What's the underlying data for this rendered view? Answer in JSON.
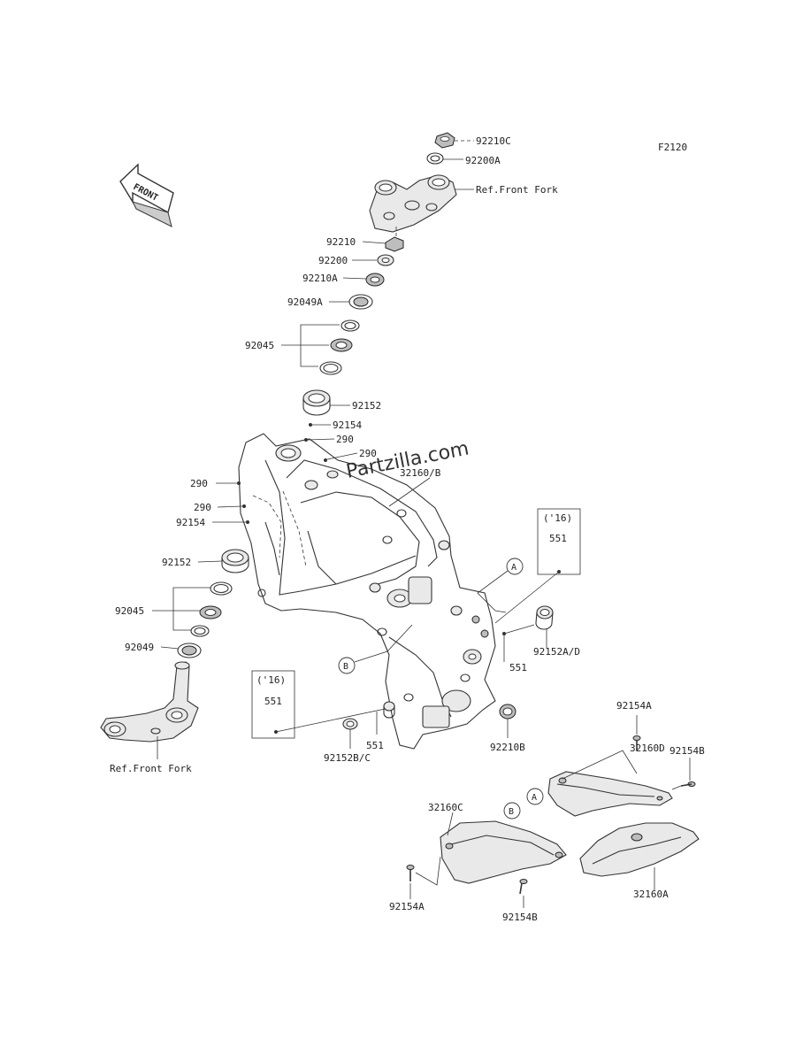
{
  "figure_code": "F2120",
  "watermark": "Partzilla.com",
  "front_arrow_label": "FRONT",
  "labels": {
    "p92210C": "92210C",
    "p92200A": "92200A",
    "ref_front_fork_top": "Ref.Front Fork",
    "p92210": "92210",
    "p92200": "92200",
    "p92210A": "92210A",
    "p92049A": "92049A",
    "p92045_top": "92045",
    "p92152_top": "92152",
    "p92154_top": "92154",
    "p290_a": "290",
    "p290_b": "290",
    "p290_c": "290",
    "p290_d": "290",
    "p92154_left": "92154",
    "p32160B": "32160/B",
    "p92152_left": "92152",
    "p92045_left": "92045",
    "p92049": "92049",
    "ref_front_fork_bottom": "Ref.Front Fork",
    "note16_right_year": "('16)",
    "note16_right_part": "551",
    "p92152AD": "92152A/D",
    "p551_right": "551",
    "note16_left_year": "('16)",
    "note16_left_part": "551",
    "p551_mid": "551",
    "p92152BC": "92152B/C",
    "p92210B": "92210B",
    "p92154A_top": "92154A",
    "p32160D": "32160D",
    "p92154B_right": "92154B",
    "p32160C": "32160C",
    "p32160A": "32160A",
    "p92154A_bottom": "92154A",
    "p92154B_bottom": "92154B"
  },
  "callouts": {
    "a_frame": "A",
    "b_frame": "B",
    "a_cover": "A",
    "b_cover": "B"
  }
}
